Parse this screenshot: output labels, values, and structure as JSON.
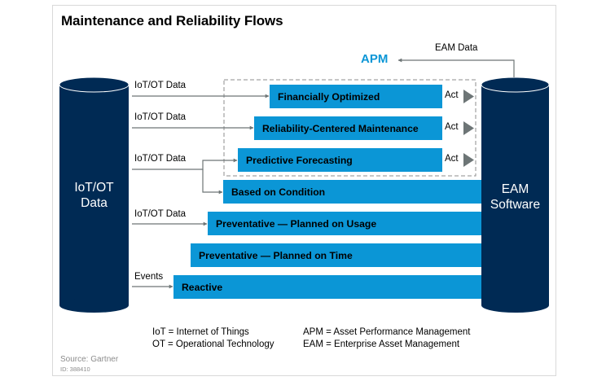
{
  "title": "Maintenance and Reliability Flows",
  "colors": {
    "bar": "#0b96d6",
    "cylinder": "#002a54",
    "arrow": "#6d7576",
    "apm_label": "#0b96d6",
    "dashed_box": "#8c8c8c"
  },
  "left_store": {
    "label_line1": "IoT/OT",
    "label_line2": "Data"
  },
  "right_store": {
    "label_line1": "EAM",
    "label_line2": "Software"
  },
  "apm": {
    "label": "APM",
    "feedback_label": "EAM Data"
  },
  "flows": [
    {
      "name": "Financially Optimized",
      "input": "IoT/OT Data",
      "output": "Act",
      "group": "APM"
    },
    {
      "name": "Reliability-Centered Maintenance",
      "input": "IoT/OT Data",
      "output": "Act",
      "group": "APM"
    },
    {
      "name": "Predictive Forecasting",
      "input": "IoT/OT Data",
      "output": "Act",
      "group": "APM"
    },
    {
      "name": "Based on Condition",
      "input": "IoT/OT Data (shared)",
      "output": "",
      "group": ""
    },
    {
      "name": "Preventative — Planned on Usage",
      "input": "IoT/OT Data",
      "output": "",
      "group": ""
    },
    {
      "name": "Preventative — Planned on Time",
      "input": "",
      "output": "",
      "group": ""
    },
    {
      "name": "Reactive",
      "input": "Events",
      "output": "",
      "group": ""
    }
  ],
  "input_labels": {
    "financial": "IoT/OT Data",
    "reliability": "IoT/OT Data",
    "predictive": "IoT/OT Data",
    "usage": "IoT/OT Data",
    "reactive": "Events"
  },
  "act_label": "Act",
  "legend": [
    "IoT = Internet of Things",
    "OT = Operational Technology",
    "APM = Asset Performance Management",
    "EAM = Enterprise Asset Management"
  ],
  "source": "Source: Gartner",
  "figure_id": "ID: 388410"
}
